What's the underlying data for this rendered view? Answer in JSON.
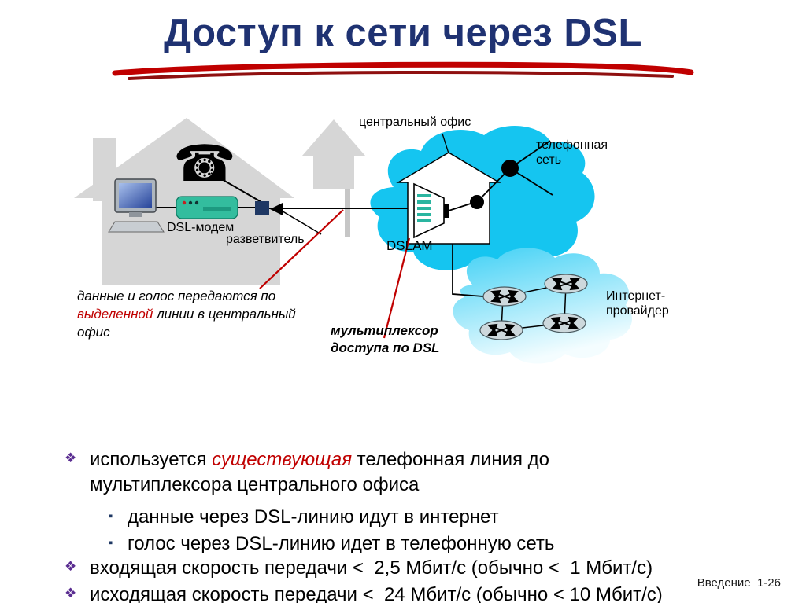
{
  "slide": {
    "title": "Доступ к сети через DSL",
    "footer": "Введение  1-26"
  },
  "diagram": {
    "telephone_glyph": "☎",
    "labels": {
      "central_office": "центральный офис",
      "phone_network": "телефонная\nсеть",
      "dsl_modem": "DSL-модем",
      "splitter": "разветвитель",
      "dslam": "DSLAM",
      "isp": "Интернет-\nпровайдер",
      "mux": "мультиплексор\nдоступа по DSL"
    },
    "annotation": {
      "pre": "данные и голос передаются по ",
      "highlight": "выделенной",
      "post": " линии в центральный офис"
    },
    "colors": {
      "phone_cloud": "#15C5F0",
      "isp_cloud_top": "#3ED0F5",
      "house_gray": "#D6D6D6",
      "modem_teal": "#33BD9E",
      "splitter_navy": "#1F3864",
      "accent_red": "#C00000",
      "title_navy": "#1F3272"
    }
  },
  "bullets": {
    "b1": {
      "pre": "используется ",
      "em": "существующая",
      "post": " телефонная линия до мультиплексора центрального офиса"
    },
    "b2": "данные через DSL-линию идут в интернет",
    "b3": "голос через DSL-линию идет в телефонную сеть",
    "b4": "входящая скорость передачи <  2,5 Мбит/с (обычно <  1 Мбит/с)",
    "b5": "исходящая скорость передачи <  24 Мбит/с (обычно < 10 Мбит/с)"
  }
}
